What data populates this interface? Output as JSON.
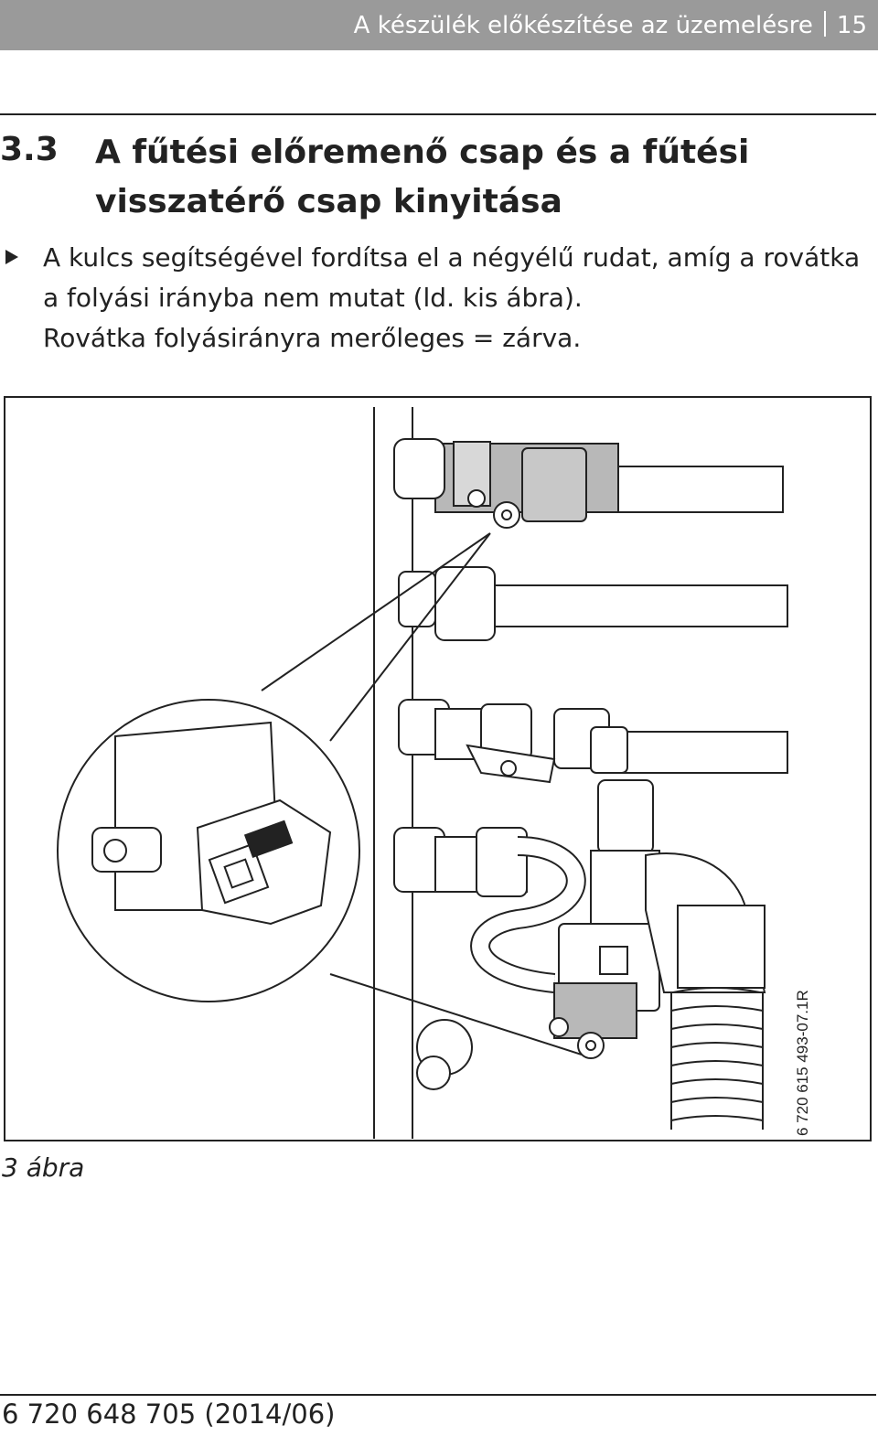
{
  "header": {
    "title": "A készülék előkészítése az üzemelésre",
    "page_number": "15"
  },
  "section": {
    "number": "3.3",
    "title": "A fűtési előremenő csap és a fűtési visszatérő csap kinyitása"
  },
  "instruction": {
    "line1": "A kulcs segítségével fordítsa el a négyélű rudat, amíg a rovátka",
    "line2": "a folyási irányba nem mutat (ld. kis ábra).",
    "line3": "Rovátka folyásirányra merőleges = zárva."
  },
  "figure": {
    "code": "6 720 615 493-07.1R",
    "caption": "3 ábra"
  },
  "footer": {
    "doc_number": "6 720 648 705 (2014/06)"
  },
  "colors": {
    "header_bar": "#9a9a9a",
    "text": "#222222",
    "valve_grey": "#b8b8b8"
  },
  "icons": [
    "bullet-triangle-icon"
  ]
}
